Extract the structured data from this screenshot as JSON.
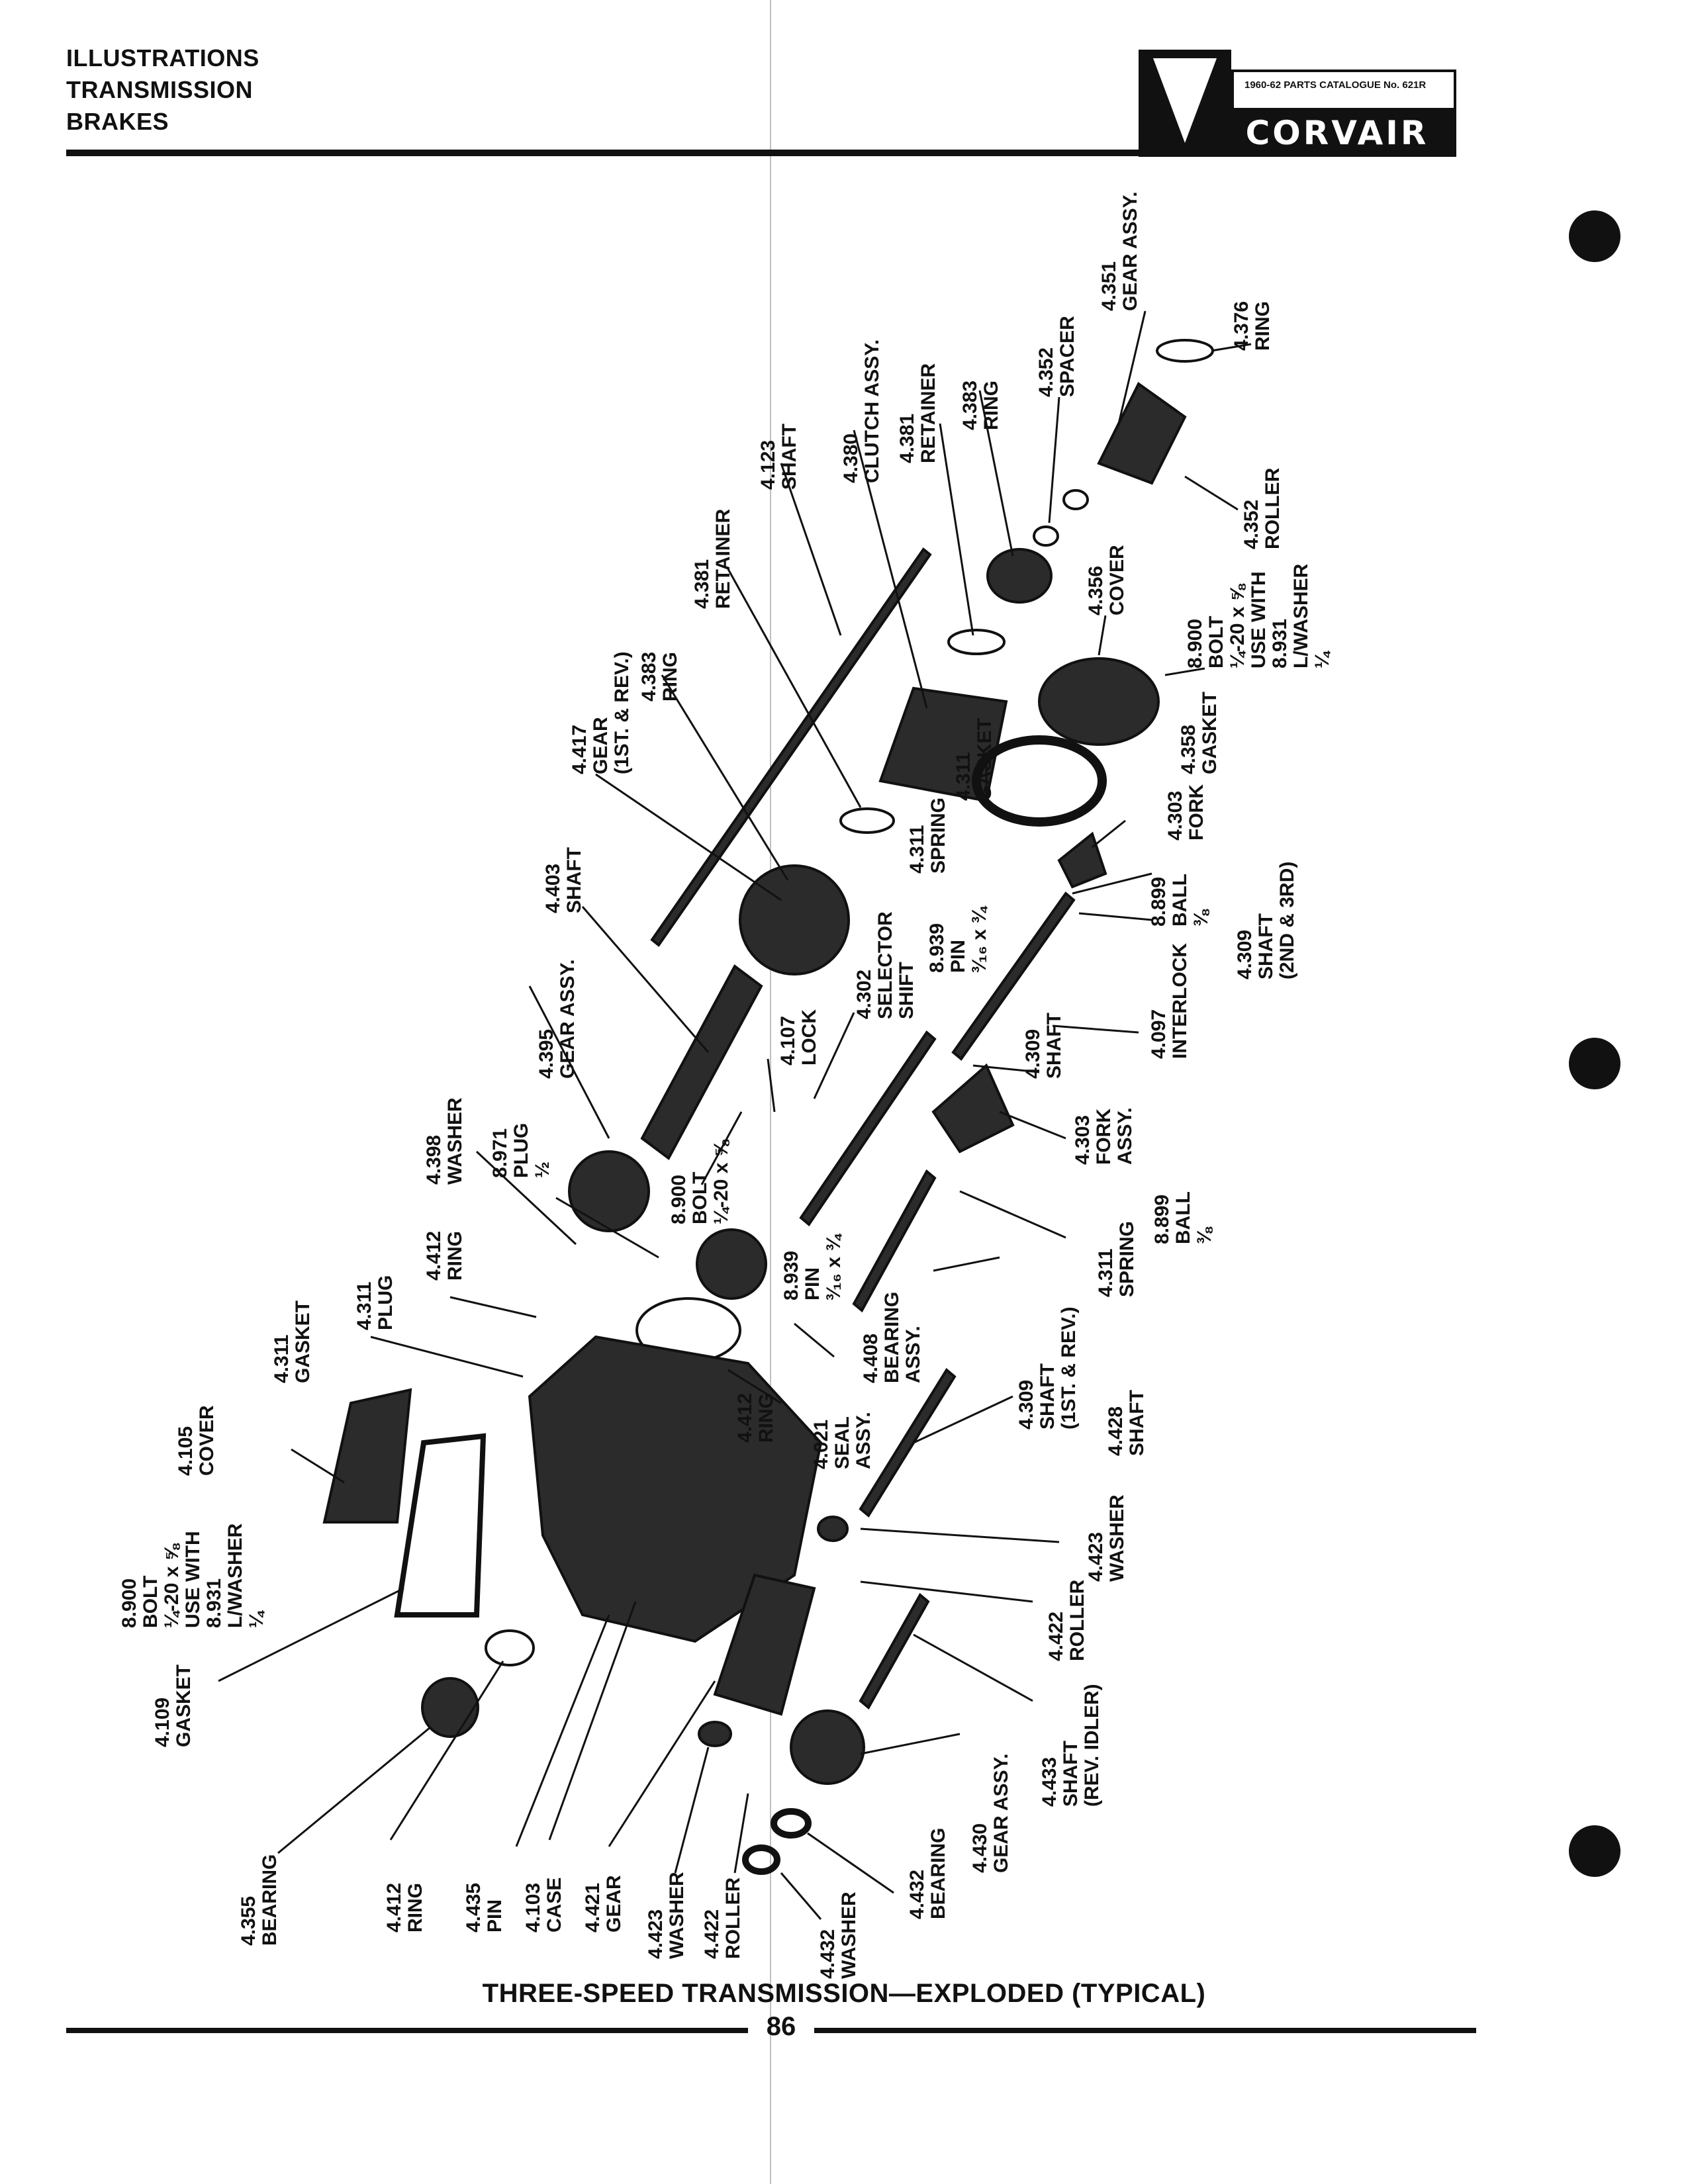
{
  "header": {
    "categories": [
      "ILLUSTRATIONS",
      "TRANSMISSION",
      "BRAKES"
    ],
    "catalog_label": "1960-62 PARTS CATALOGUE No. 621R",
    "brand": "CORVAIR"
  },
  "caption": "THREE-SPEED TRANSMISSION—EXPLODED (TYPICAL)",
  "page_number": "86",
  "parts": [
    {
      "number": "4.351",
      "name": "GEAR ASSY."
    },
    {
      "number": "4.376",
      "name": "RING"
    },
    {
      "number": "4.352",
      "name": "SPACER"
    },
    {
      "number": "4.383",
      "name": "RING"
    },
    {
      "number": "4.381",
      "name": "RETAINER"
    },
    {
      "number": "4.380",
      "name": "CLUTCH ASSY."
    },
    {
      "number": "4.123",
      "name": "SHAFT"
    },
    {
      "number": "4.352",
      "name": "ROLLER"
    },
    {
      "number": "4.381",
      "name": "RETAINER"
    },
    {
      "number": "4.356",
      "name": "COVER"
    },
    {
      "number": "8.900",
      "name": "BOLT\n¼-20 x ⅝\nUSE WITH\n8.931\nL/WASHER\n¼"
    },
    {
      "number": "4.383",
      "name": "RING"
    },
    {
      "number": "4.417",
      "name": "GEAR\n(1ST. & REV.)"
    },
    {
      "number": "4.358",
      "name": "GASKET"
    },
    {
      "number": "4.311",
      "name": "GASKET"
    },
    {
      "number": "4.311",
      "name": "SPRING"
    },
    {
      "number": "4.303",
      "name": "FORK"
    },
    {
      "number": "4.403",
      "name": "SHAFT"
    },
    {
      "number": "8.939",
      "name": "PIN\n³⁄₁₆ x ¾"
    },
    {
      "number": "8.899",
      "name": "BALL\n⅜"
    },
    {
      "number": "4.309",
      "name": "SHAFT\n(2ND & 3RD)"
    },
    {
      "number": "4.302",
      "name": "SELECTOR\nSHIFT"
    },
    {
      "number": "4.107",
      "name": "LOCK"
    },
    {
      "number": "4.097",
      "name": "INTERLOCK"
    },
    {
      "number": "4.395",
      "name": "GEAR ASSY."
    },
    {
      "number": "4.309",
      "name": "SHAFT"
    },
    {
      "number": "4.303",
      "name": "FORK\nASSY."
    },
    {
      "number": "4.398",
      "name": "WASHER"
    },
    {
      "number": "8.971",
      "name": "PLUG\n½"
    },
    {
      "number": "8.900",
      "name": "BOLT\n¼-20 x ⅝"
    },
    {
      "number": "8.899",
      "name": "BALL\n⅜"
    },
    {
      "number": "4.412",
      "name": "RING"
    },
    {
      "number": "4.311",
      "name": "PLUG"
    },
    {
      "number": "8.939",
      "name": "PIN\n³⁄₁₆ x ¾"
    },
    {
      "number": "4.311",
      "name": "SPRING"
    },
    {
      "number": "4.311",
      "name": "GASKET"
    },
    {
      "number": "4.408",
      "name": "BEARING\nASSY."
    },
    {
      "number": "4.309",
      "name": "SHAFT\n(1ST. & REV.)"
    },
    {
      "number": "4.105",
      "name": "COVER"
    },
    {
      "number": "4.412",
      "name": "RING"
    },
    {
      "number": "4.021",
      "name": "SEAL\nASSY."
    },
    {
      "number": "4.428",
      "name": "SHAFT"
    },
    {
      "number": "8.900",
      "name": "BOLT\n¼-20 x ⅝\nUSE WITH\n8.931\nL/WASHER\n¼"
    },
    {
      "number": "4.423",
      "name": "WASHER"
    },
    {
      "number": "4.422",
      "name": "ROLLER"
    },
    {
      "number": "4.109",
      "name": "GASKET"
    },
    {
      "number": "4.433",
      "name": "SHAFT\n(REV. IDLER)"
    },
    {
      "number": "4.430",
      "name": "GEAR ASSY."
    },
    {
      "number": "4.355",
      "name": "BEARING"
    },
    {
      "number": "4.412",
      "name": "RING"
    },
    {
      "number": "4.435",
      "name": "PIN"
    },
    {
      "number": "4.103",
      "name": "CASE"
    },
    {
      "number": "4.421",
      "name": "GEAR"
    },
    {
      "number": "4.423",
      "name": "WASHER"
    },
    {
      "number": "4.422",
      "name": "ROLLER"
    },
    {
      "number": "4.432",
      "name": "WASHER"
    },
    {
      "number": "4.432",
      "name": "BEARING"
    }
  ]
}
